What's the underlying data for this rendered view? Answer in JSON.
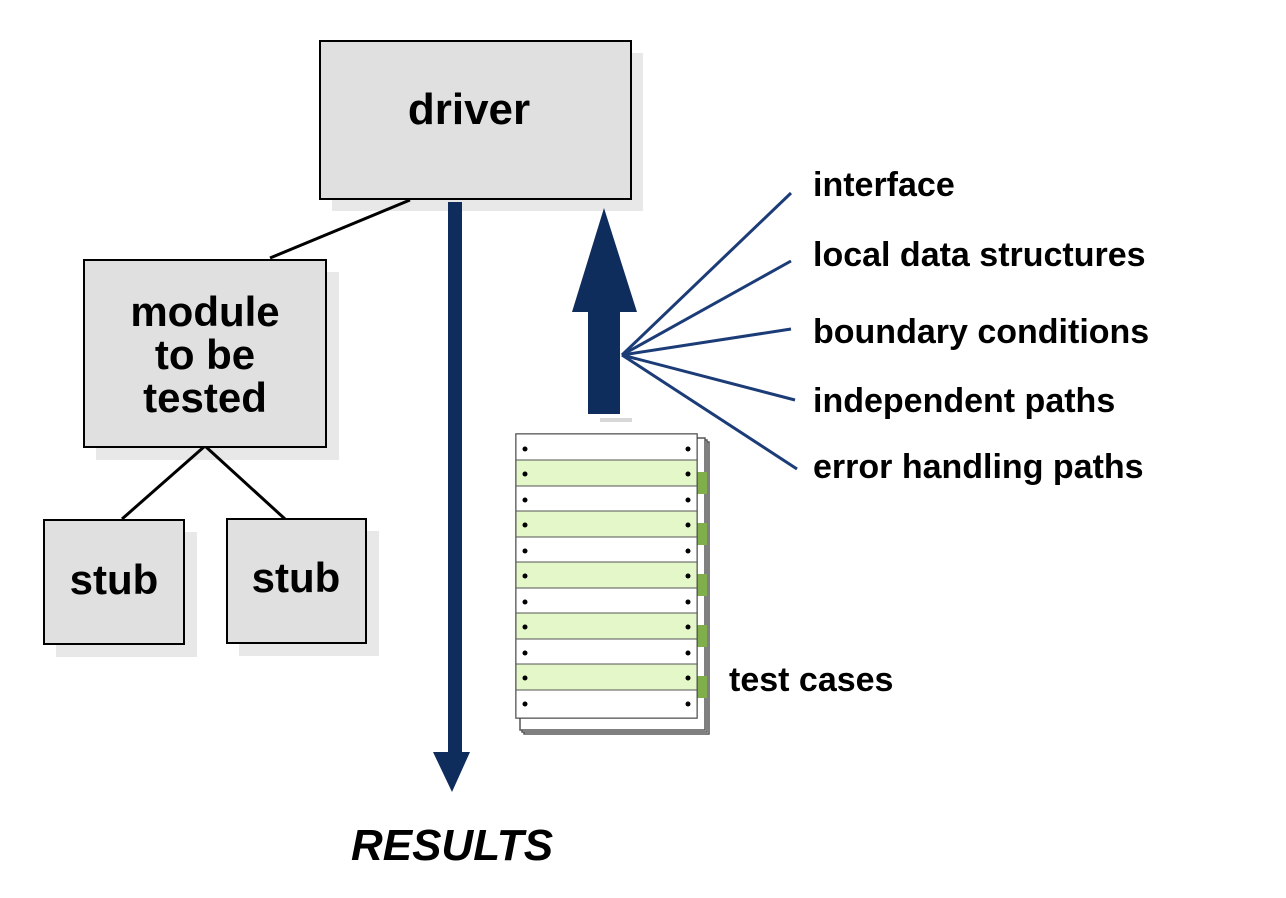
{
  "boxes": {
    "driver": "driver",
    "module": [
      "module",
      "to be",
      "tested"
    ],
    "stub_left": "stub",
    "stub_right": "stub"
  },
  "results_label": "RESULTS",
  "test_cases_label": "test cases",
  "aspects": [
    "interface",
    "local data structures",
    "boundary conditions",
    "independent paths",
    "error handling paths"
  ],
  "colors": {
    "box_fill": "#e0e0e0",
    "box_shadow": "#e8e8e8",
    "arrow": "#0f2d5c",
    "fan_line": "#1c3c78",
    "sheet_green": "#e4f7c8",
    "sheet_edge_green": "#7fae4a"
  }
}
